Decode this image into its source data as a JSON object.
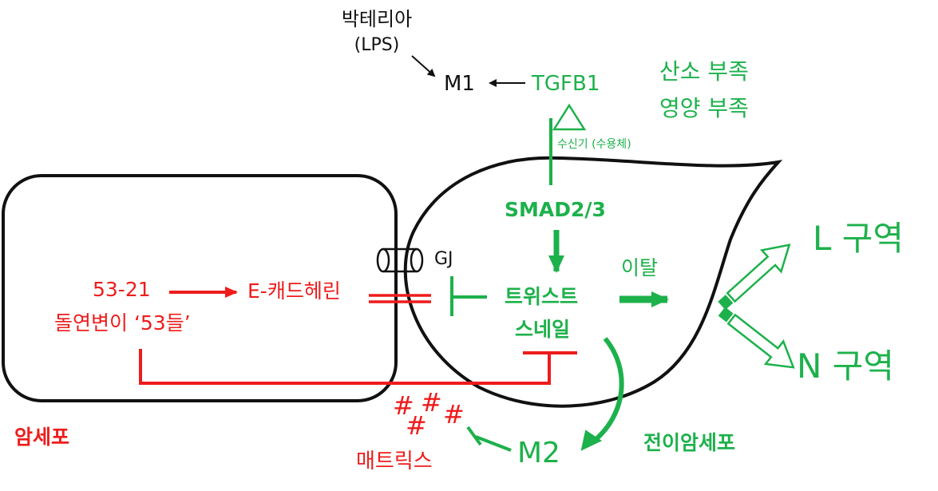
{
  "colors": {
    "black": "#111111",
    "green": "#1db14b",
    "red": "#ee1c1c",
    "background": "#ffffff"
  },
  "labels": {
    "bacteria": "박테리아",
    "lps": "(LPS)",
    "m1": "M1",
    "tgfb1": "TGFB1",
    "hypoxia": "산소 부족",
    "malnutrition": "영양 부족",
    "receptor": "수신기 (수용체)",
    "smad": "SMAD2/3",
    "gj": "GJ",
    "twist": "트위스트",
    "snail": "스네일",
    "detach": "이탈",
    "l_zone": "L 구역",
    "n_zone": "N 구역",
    "mutant_line1": "53-21",
    "mutant_line2": "돌연변이 ‘53들’",
    "e_cadherin": "E-캐드헤린",
    "cancer_cell": "암세포",
    "metastatic_cell": "전이암세포",
    "matrix_hashes": "#",
    "matrix": "매트릭스",
    "m2": "M2"
  }
}
